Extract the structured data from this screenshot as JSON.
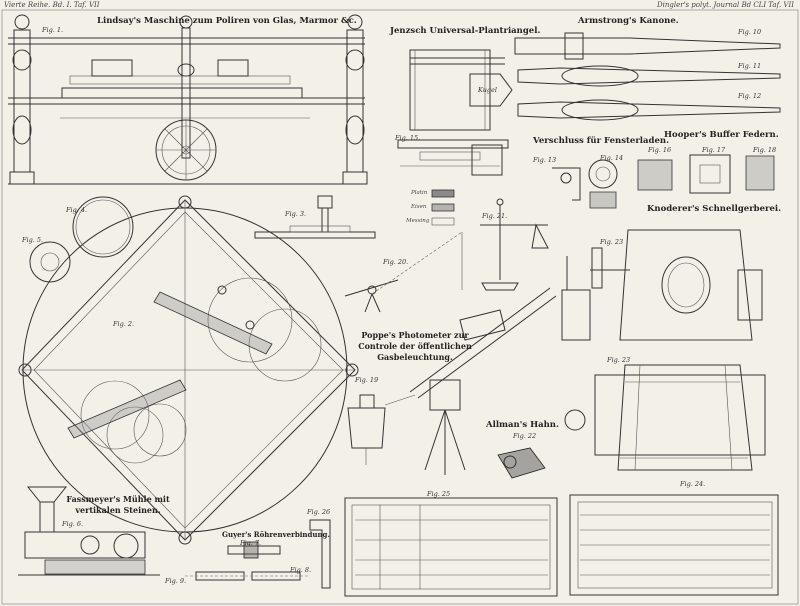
{
  "header": {
    "left": "Vierte Reihe. Bd. I. Taf. VII",
    "right": "Dingler's polyt. Journal Bd CLI Taf. VII"
  },
  "sections": {
    "lindsay": "Lindsay's Maschine zum Poliren von Glas, Marmor &c.",
    "jenzsch": "Jenzsch Universal-Plantriangel.",
    "armstrong": "Armstrong's Kanone.",
    "verschluss": "Verschluss für Fensterladen.",
    "hooper": "Hooper's Buffer Federn.",
    "knoderer": "Knoderer's Schnellgerberei.",
    "poppe": "Poppe's Photometer zur Controle der öffentlichen Gasbeleuchtung.",
    "allman": "Allman's Hahn.",
    "fassmeyer": "Fassmeyer's Mühle mit vertikalen Steinen.",
    "guyer": "Guyer's Röhrenverbindung."
  },
  "legend": [
    "Platin",
    "Eisen",
    "Messing"
  ],
  "figures": {
    "f1": "Fig. 1.",
    "f2": "Fig. 2.",
    "f3": "Fig. 3.",
    "f4": "Fig. 4.",
    "f5": "Fig. 5.",
    "f6": "Fig. 6.",
    "f7": "Fig. 7.",
    "f8": "Fig. 8.",
    "f9": "Fig. 9.",
    "f10": "Fig. 10",
    "f11": "Fig. 11",
    "f12": "Fig. 12",
    "f13": "Fig. 13",
    "f14": "Fig. 14",
    "f15": "Fig. 15.",
    "f16": "Fig. 16",
    "f17": "Fig. 17",
    "f18": "Fig. 18",
    "f19": "Fig. 19",
    "f20": "Fig. 20.",
    "f21": "Fig. 21.",
    "f22": "Fig. 22",
    "f23": "Fig. 23",
    "f24": "Fig. 24.",
    "f25": "Fig. 25",
    "f26": "Fig. 26"
  },
  "labels": {
    "kugel": "Kugel"
  }
}
